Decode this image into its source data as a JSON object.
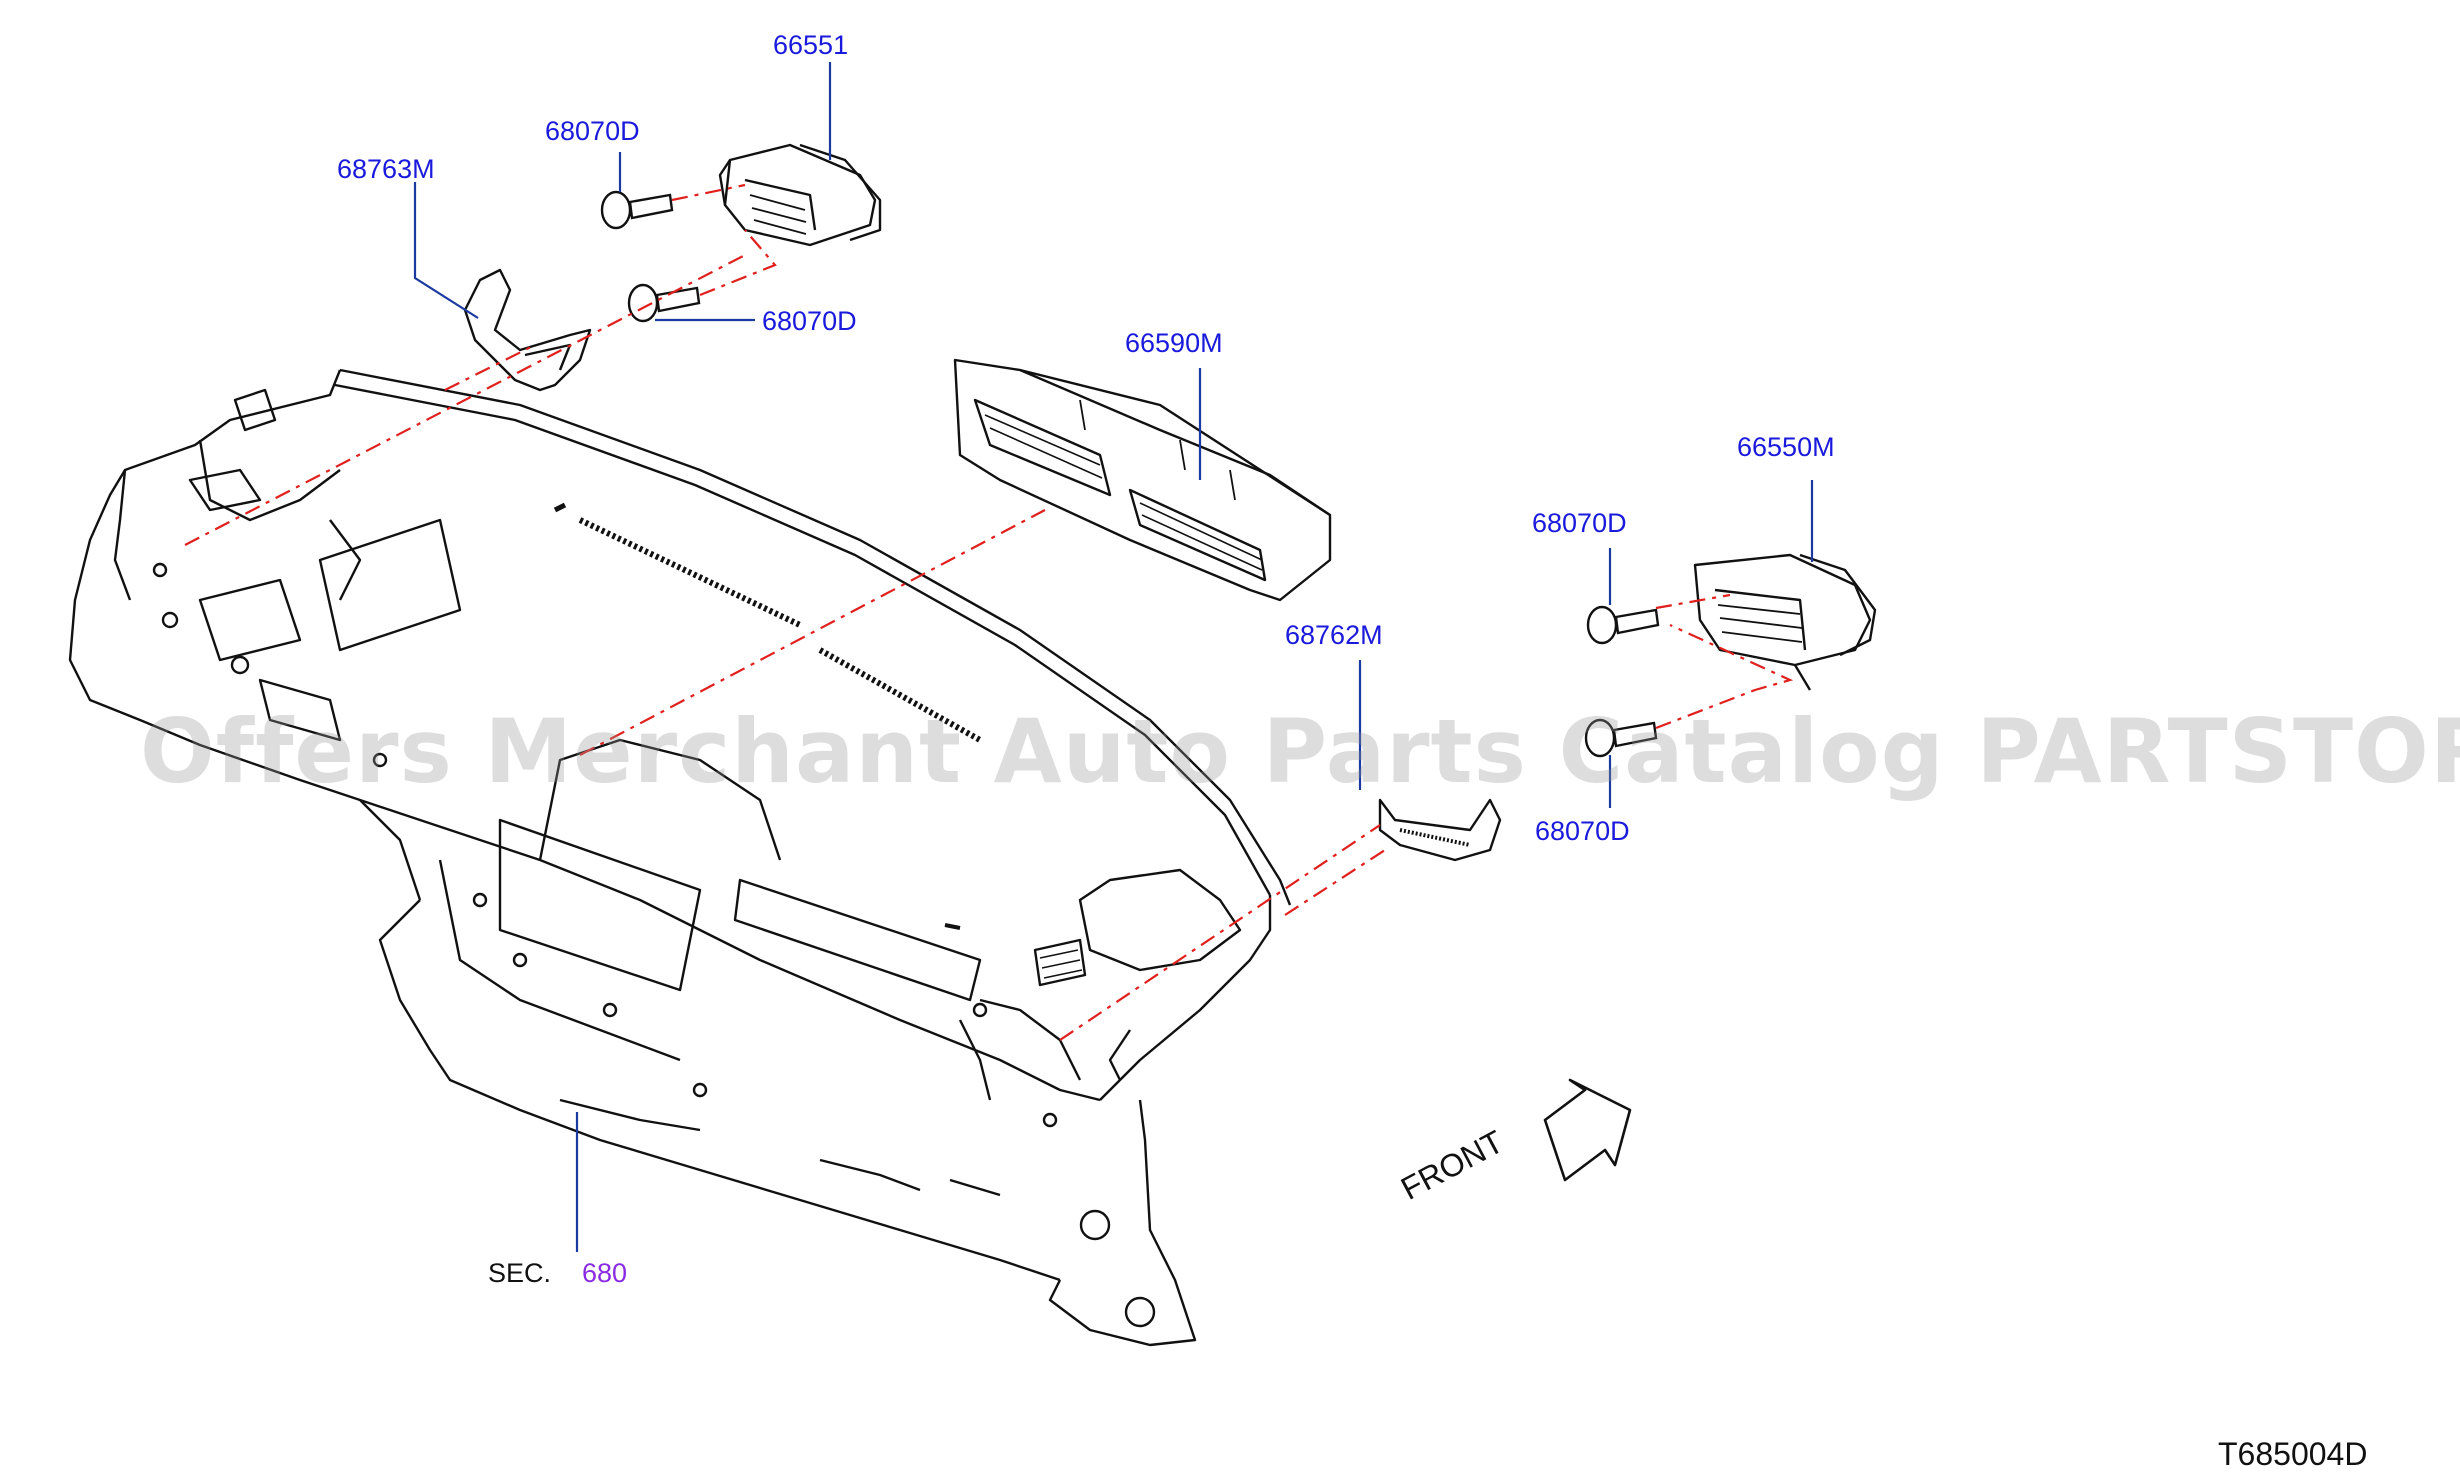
{
  "diagram": {
    "part_labels": {
      "p66551": "66551",
      "p68070d_top": "68070D",
      "p68763m": "68763M",
      "p68070d_mid": "68070D",
      "p66590m": "66590M",
      "p66550m": "66550M",
      "p68070d_right": "68070D",
      "p68762m": "68762M",
      "p68070d_bottom": "68070D"
    },
    "section": {
      "prefix": "SEC.",
      "number": "680"
    },
    "front_label": "FRONT",
    "drawing_code": "T685004D",
    "watermark": "Offers Merchant Auto Parts Catalog PARTSTORE.SA",
    "colors": {
      "label": "#1a1adc",
      "leader": "#1a3aa0",
      "dash": "#e0201c",
      "line": "#111111",
      "section_number": "#8a2be2"
    }
  }
}
